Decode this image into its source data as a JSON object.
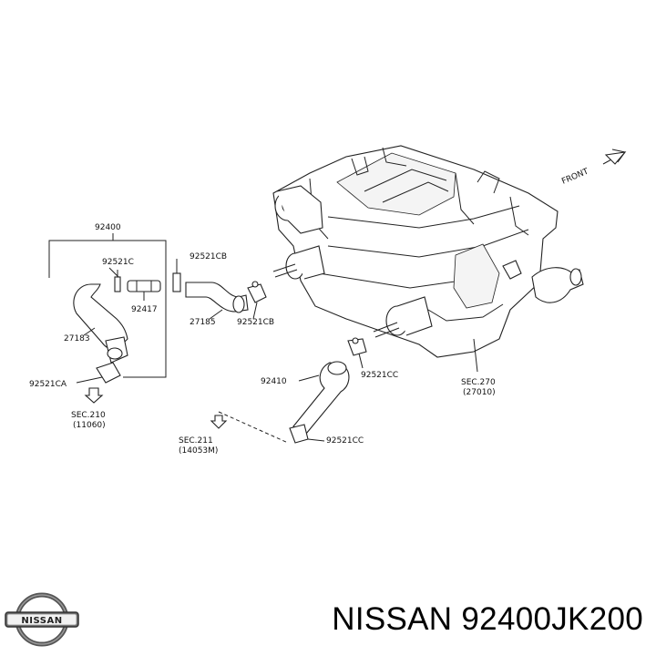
{
  "diagram": {
    "front_label": "FRONT",
    "labels": {
      "p92400": "92400",
      "p92521c": "92521C",
      "p92417": "92417",
      "p27183": "27183",
      "p92521ca": "92521CA",
      "sec210": "SEC.210",
      "sec210_ref": "(11060)",
      "p92521cb_top": "92521CB",
      "p27185": "27185",
      "p92521cb_bottom": "92521CB",
      "p92410": "92410",
      "p92521cc_mid": "92521CC",
      "p92521cc_bottom": "92521CC",
      "sec211": "SEC.211",
      "sec211_ref": "(14053M)",
      "sec270": "SEC.270",
      "sec270_ref": "(27010)"
    }
  },
  "footer": {
    "logo_text": "NISSAN",
    "brand": "NISSAN",
    "part_number": "92400JK200"
  }
}
